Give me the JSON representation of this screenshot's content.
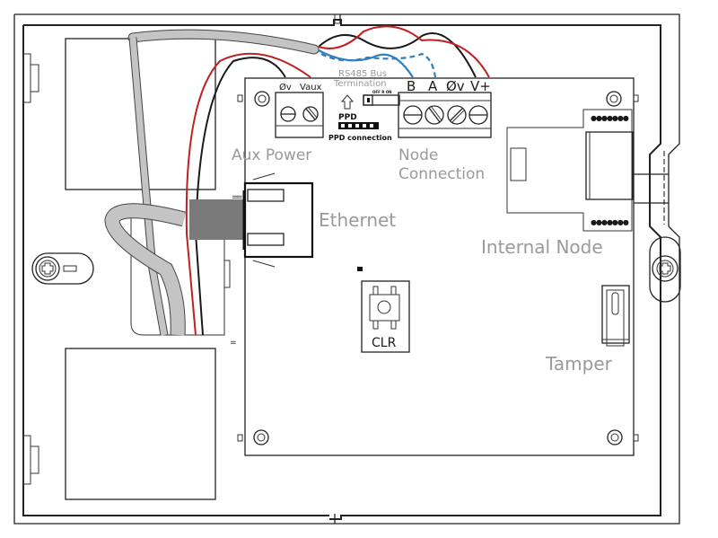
{
  "diagram": {
    "title": "Controller enclosure wiring layout",
    "labels": {
      "aux_power": "Aux Power",
      "aux_terminal_0v": "Øv",
      "aux_terminal_vaux": "Vaux",
      "rs485_line1": "RS485 Bus",
      "rs485_line2": "Termination",
      "termination_switch": "OFF R ON",
      "ppd": "PPD",
      "ppd_connection": "PPD connection",
      "node_terminal_b": "B",
      "node_terminal_a": "A",
      "node_terminal_0v": "Øv",
      "node_terminal_vplus": "V+",
      "node_connection_line1": "Node",
      "node_connection_line2": "Connection",
      "ethernet": "Ethernet",
      "internal_node": "Internal Node",
      "clr": "CLR",
      "tamper": "Tamper"
    },
    "colors": {
      "wire_red": "#c0201e",
      "wire_black": "#1a1a1a",
      "wire_blue": "#2f7fc1",
      "cable_grey": "#c4c4c4",
      "connector_grey": "#7a7a7a",
      "label_grey": "#9a9a9a"
    }
  }
}
